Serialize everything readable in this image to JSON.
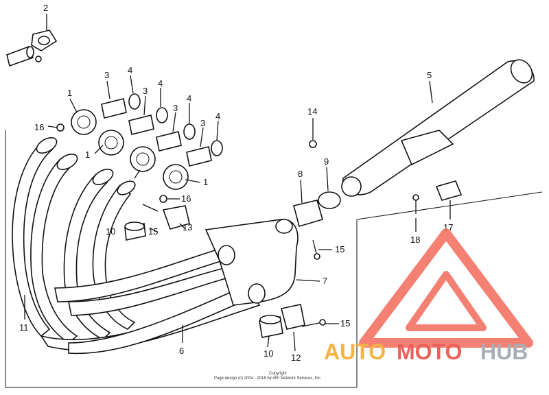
{
  "callouts": {
    "c1a": "1",
    "c1b": "1",
    "c1c": "1",
    "c2": "2",
    "c3a": "3",
    "c3b": "3",
    "c3c": "3",
    "c3d": "3",
    "c4a": "4",
    "c4b": "4",
    "c4c": "4",
    "c4d": "4",
    "c5": "5",
    "c6": "6",
    "c7": "7",
    "c8": "8",
    "c9": "9",
    "c10a": "10",
    "c10b": "10",
    "c11": "11",
    "c12": "12",
    "c13": "13",
    "c14": "14",
    "c15a": "15",
    "c15b": "15",
    "c15c": "15",
    "c16a": "16",
    "c16b": "16",
    "c17": "17",
    "c18": "18"
  },
  "copyright": {
    "line1": "Copyright",
    "line2": "Page design (c) 2004 - 2016 by ARI Network Services, Inc."
  },
  "watermark": {
    "part1": "AUTO",
    "part2": "MOTO",
    "part3": "HUB",
    "colors": {
      "auto": "#f5a623",
      "moto": "#e8453c",
      "hub": "#9aa0a6",
      "triangle": "#f26b5b"
    }
  }
}
